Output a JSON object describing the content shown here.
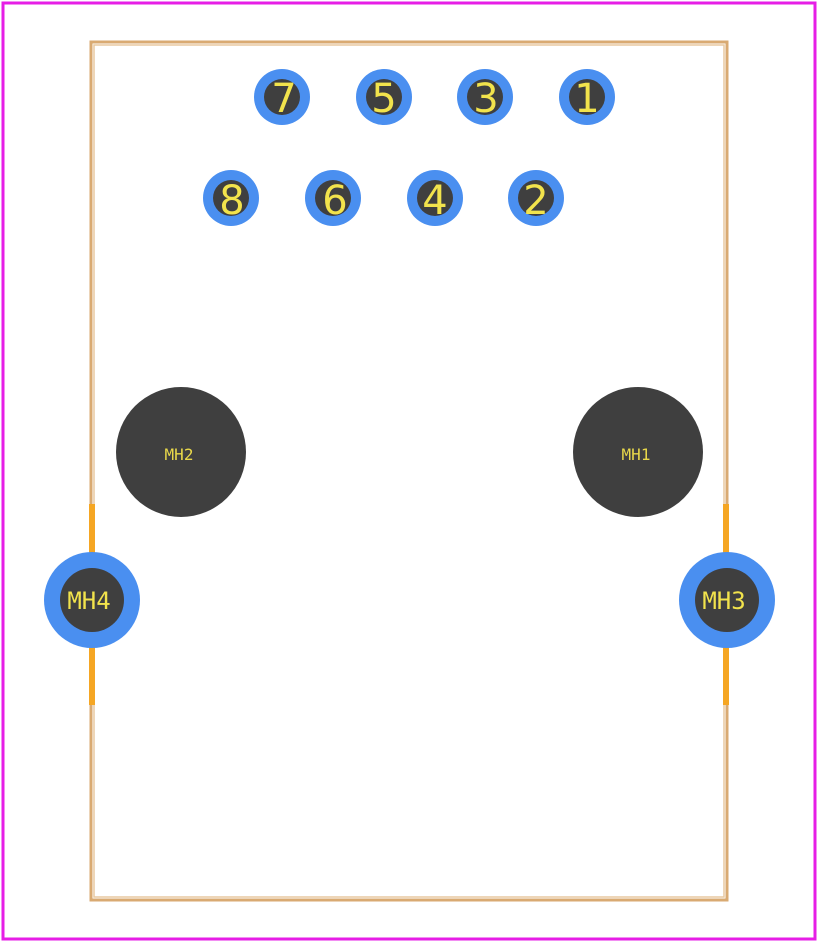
{
  "colors": {
    "courtyard": "#e61ee6",
    "body_outline": "#d9aa72",
    "body_outline_light": "#e8c9a0",
    "pad_copper": "#4a8ff0",
    "drill": "#3f3f3f",
    "silk_text": "#f2e34c",
    "edge_marker": "#f5a623"
  },
  "pins": {
    "pin7": "7",
    "pin5": "5",
    "pin3": "3",
    "pin1": "1",
    "pin8": "8",
    "pin6": "6",
    "pin4": "4",
    "pin2": "2"
  },
  "mounting_holes": {
    "mh2": "MH2",
    "mh1": "MH1",
    "mh4": "MH4",
    "mh3": "MH3"
  }
}
